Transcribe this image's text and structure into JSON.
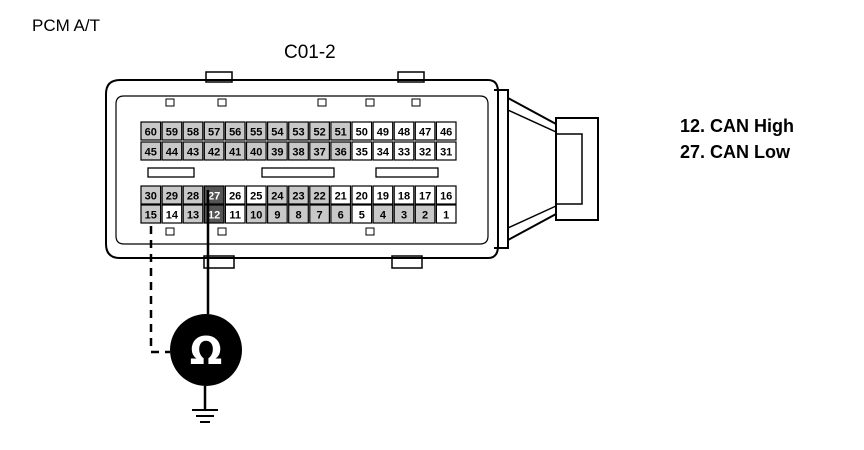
{
  "title": "PCM A/T",
  "connector": "C01-2",
  "legend": [
    {
      "pin": "12.",
      "signal": "CAN High"
    },
    {
      "pin": "27.",
      "signal": "CAN Low"
    }
  ],
  "meter_symbol": "Ω",
  "pins": {
    "upper_row1": [
      "60",
      "59",
      "58",
      "57",
      "56",
      "55",
      "54",
      "53",
      "52",
      "51",
      "50",
      "49",
      "48",
      "47",
      "46"
    ],
    "upper_row2": [
      "45",
      "44",
      "43",
      "42",
      "41",
      "40",
      "39",
      "38",
      "37",
      "36",
      "35",
      "34",
      "33",
      "32",
      "31"
    ],
    "lower_row1": [
      "30",
      "29",
      "28",
      "27",
      "26",
      "25",
      "24",
      "23",
      "22",
      "21",
      "20",
      "19",
      "18",
      "17",
      "16"
    ],
    "lower_row2": [
      "15",
      "14",
      "13",
      "12",
      "11",
      "10",
      "9",
      "8",
      "7",
      "6",
      "5",
      "4",
      "3",
      "2",
      "1"
    ]
  },
  "shaded_pins": [
    "60",
    "59",
    "58",
    "57",
    "56",
    "55",
    "54",
    "53",
    "52",
    "51",
    "45",
    "44",
    "43",
    "42",
    "41",
    "40",
    "39",
    "38",
    "37",
    "36",
    "30",
    "29",
    "28",
    "27",
    "24",
    "23",
    "22",
    "15",
    "13",
    "12",
    "10",
    "9",
    "8",
    "7",
    "6",
    "4",
    "3",
    "2"
  ],
  "probed_pins": [
    "27",
    "12"
  ]
}
